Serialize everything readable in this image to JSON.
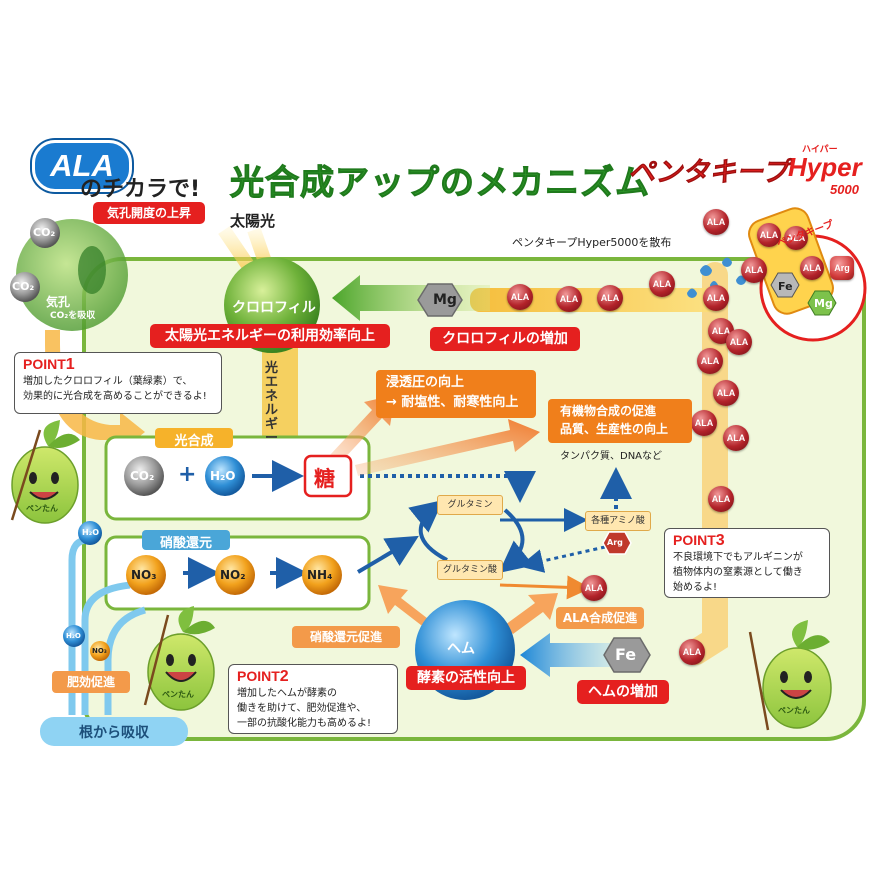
{
  "header": {
    "ala_badge": "ALA",
    "subtitle": "のチカラで!",
    "title": "光合成アップのメカニズム",
    "brand": "ペンタキープ",
    "brand_hyper": "Hyper",
    "brand_hyper_ruby": "ハイパー",
    "brand_num": "5000"
  },
  "stomata": {
    "title": "気孔開度の上昇",
    "co2_a": "CO₂",
    "co2_b": "CO₂",
    "label": "気孔",
    "sub": "CO₂を吸収"
  },
  "sunlight": "太陽光",
  "chlorophyll": {
    "label": "クロロフィル",
    "efficiency": "太陽光エネルギーの利用効率向上",
    "increase": "クロロフィルの増加",
    "light_energy": "光エネルギー"
  },
  "spray": "ペンタキープHyper5000を散布",
  "product": {
    "bottle": "ペンタキープ",
    "balls": [
      "ALA",
      "ALA",
      "ALA",
      "Arg"
    ],
    "hex_fe": "Fe",
    "hex_mg": "Mg"
  },
  "mg": "Mg",
  "fe": "Fe",
  "ala": "ALA",
  "arg": "Arg",
  "point1": {
    "label": "POINT",
    "num": "1",
    "text1": "増加したクロロフィル（葉緑素）で、",
    "text2": "効果的に光合成を高めることができるよ!"
  },
  "point2": {
    "label": "POINT",
    "num": "2",
    "text1": "増加したヘムが酵素の",
    "text2": "働きを助けて、肥効促進や、",
    "text3": "一部の抗酸化能力も高めるよ!"
  },
  "point3": {
    "label": "POINT",
    "num": "3",
    "text1": "不良環境下でもアルギニンが",
    "text2": "植物体内の窒素源として働き",
    "text3": "始めるよ!"
  },
  "photosynthesis": {
    "title": "光合成",
    "co2": "CO₂",
    "plus": "+",
    "h2o": "H₂O",
    "sugar": "糖"
  },
  "nitrate": {
    "title": "硝酸還元",
    "no3": "NO₃",
    "no2": "NO₂",
    "nh4": "NH₄"
  },
  "osmotic": {
    "line1": "浸透圧の向上",
    "line2": "→ 耐塩性、耐寒性向上"
  },
  "organic": {
    "line1": "有機物合成の促進",
    "line2": "品質、生産性の向上"
  },
  "protein": "タンパク質、DNAなど",
  "amino": {
    "glutamine": "グルタミン",
    "glutamate": "グルタミン酸",
    "amino_acids": "各種アミノ酸"
  },
  "ala_synthesis": "ALA合成促進",
  "heme": {
    "label": "ヘム",
    "enzyme": "酵素の活性向上",
    "increase": "ヘムの増加"
  },
  "nitrate_promo": "硝酸還元促進",
  "fertilizer": "肥効促進",
  "root": "根から吸収",
  "h2o_small": "H₂O",
  "no3_small": "NO₃",
  "mascot": "ペンたん",
  "colors": {
    "green_panel": "#f1f8dc",
    "panel_border": "#7ab63c",
    "red": "#e5201f",
    "orange": "#f07f1b",
    "blue": "#1f5fa8",
    "ala_ball": "#a71e22"
  }
}
